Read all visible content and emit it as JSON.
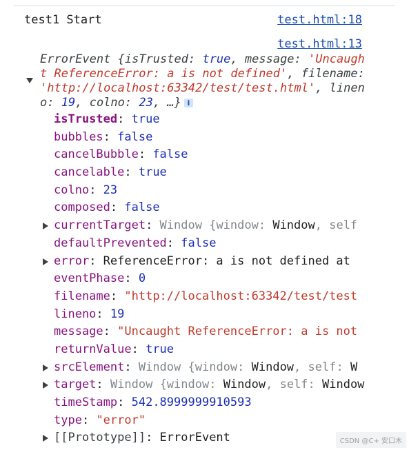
{
  "log_line": {
    "message": "test1 Start",
    "source": "test.html:18"
  },
  "event_log": {
    "source": "test.html:13",
    "summary": {
      "class_name": "ErrorEvent",
      "isTrusted_key": "isTrusted",
      "isTrusted_val": "true",
      "message_key": "message",
      "message_val": "'Uncaught ReferenceError: a is not defined'",
      "filename_key": "filename",
      "filename_val": "'http://localhost:63342/test/test.html'",
      "lineno_key": "lineno",
      "lineno_val": "19",
      "colno_key": "colno",
      "colno_val": "23",
      "ellipsis": "…}",
      "info_badge": "i"
    },
    "properties": [
      {
        "key": "isTrusted",
        "value": "true",
        "value_type": "bool",
        "expandable": false,
        "bold": true
      },
      {
        "key": "bubbles",
        "value": "false",
        "value_type": "bool",
        "expandable": false
      },
      {
        "key": "cancelBubble",
        "value": "false",
        "value_type": "bool",
        "expandable": false
      },
      {
        "key": "cancelable",
        "value": "true",
        "value_type": "bool",
        "expandable": false
      },
      {
        "key": "colno",
        "value": "23",
        "value_type": "num",
        "expandable": false
      },
      {
        "key": "composed",
        "value": "false",
        "value_type": "bool",
        "expandable": false
      },
      {
        "key": "currentTarget",
        "value": "Window {window: Window, self",
        "value_type": "window",
        "expandable": true
      },
      {
        "key": "defaultPrevented",
        "value": "false",
        "value_type": "bool",
        "expandable": false
      },
      {
        "key": "error",
        "value": "ReferenceError: a is not defined at",
        "value_type": "obj",
        "expandable": true
      },
      {
        "key": "eventPhase",
        "value": "0",
        "value_type": "num",
        "expandable": false
      },
      {
        "key": "filename",
        "value": "\"http://localhost:63342/test/test",
        "value_type": "str",
        "expandable": false
      },
      {
        "key": "lineno",
        "value": "19",
        "value_type": "num",
        "expandable": false
      },
      {
        "key": "message",
        "value": "\"Uncaught ReferenceError: a is not",
        "value_type": "str",
        "expandable": false
      },
      {
        "key": "returnValue",
        "value": "true",
        "value_type": "bool",
        "expandable": false
      },
      {
        "key": "srcElement",
        "value": "Window {window: Window, self: W",
        "value_type": "window",
        "expandable": true
      },
      {
        "key": "target",
        "value": "Window {window: Window, self: Window",
        "value_type": "window",
        "expandable": true
      },
      {
        "key": "timeStamp",
        "value": "542.8999999910593",
        "value_type": "num",
        "expandable": false
      },
      {
        "key": "type",
        "value": "\"error\"",
        "value_type": "str",
        "expandable": false
      },
      {
        "key": "[[Prototype]]",
        "value": "ErrorEvent",
        "value_type": "proto",
        "expandable": true
      }
    ]
  },
  "watermark": "CSDN @C+ 安口木",
  "colors": {
    "link": "#1a4fb0",
    "property_key": "#881280",
    "string_value": "#c0392b",
    "number_bool_value": "#1a2db5",
    "muted": "#80868b"
  }
}
